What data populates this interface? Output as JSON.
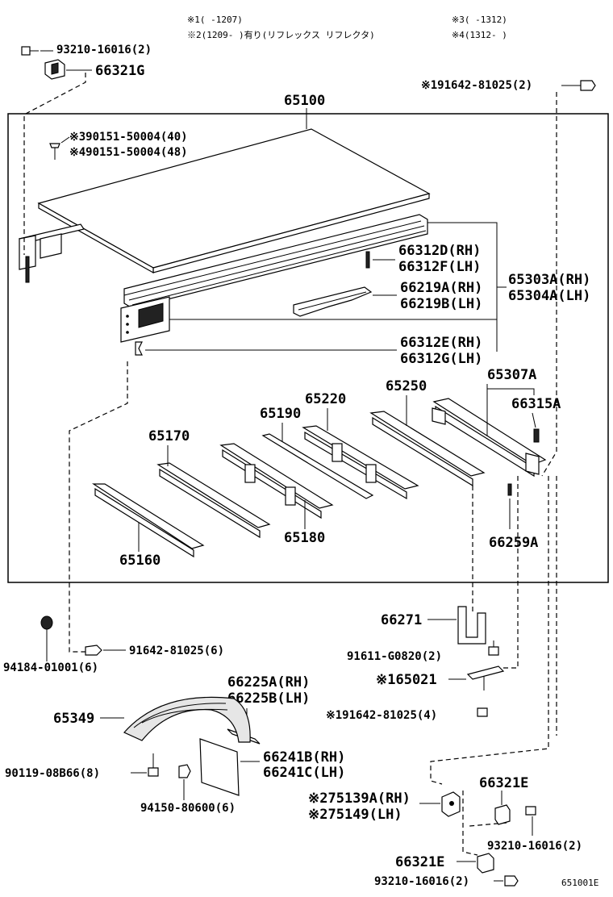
{
  "notes": {
    "n1": "※1(      -1207)",
    "n2": "※2(1209-      )有り(リフレックス リフレクタ)",
    "n3": "※3(      -1312)",
    "n4": "※4(1312-      )"
  },
  "labels": {
    "l_93210_top": "93210-16016(2)",
    "l_66321G": "66321G",
    "l_191642_top": "※191642-81025(2)",
    "l_65100": "65100",
    "l_90151_3": "※390151-50004(40)",
    "l_90151_4": "※490151-50004(48)",
    "l_66312D": "66312D(RH)",
    "l_66312F": "66312F(LH)",
    "l_65303A": "65303A(RH)",
    "l_65304A": "65304A(LH)",
    "l_66219A": "66219A(RH)",
    "l_66219B": "66219B(LH)",
    "l_66312E": "66312E(RH)",
    "l_66312G": "66312G(LH)",
    "l_65307A": "65307A",
    "l_65250": "65250",
    "l_65220": "65220",
    "l_66315A": "66315A",
    "l_65190": "65190",
    "l_65170": "65170",
    "l_65180": "65180",
    "l_66259A": "66259A",
    "l_65160": "65160",
    "l_66271": "66271",
    "l_94184": "94184-01001(6)",
    "l_91642_6": "91642-81025(6)",
    "l_91611": "91611-G0820(2)",
    "l_65021": "※165021",
    "l_66225A": "66225A(RH)",
    "l_66225B": "66225B(LH)",
    "l_65349": "65349",
    "l_191642_4": "※191642-81025(4)",
    "l_66241B": "66241B(RH)",
    "l_66241C": "66241C(LH)",
    "l_90119": "90119-08B66(8)",
    "l_94150": "94150-80600(6)",
    "l_75139A": "※275139A(RH)",
    "l_75149": "※275149(LH)",
    "l_66321E_a": "66321E",
    "l_93210_b": "93210-16016(2)",
    "l_66321E_b": "66321E",
    "l_93210_c": "93210-16016(2)",
    "code": "651001E"
  },
  "colors": {
    "ink": "#000000",
    "paper": "#ffffff",
    "shade": "#e6e6e6"
  }
}
